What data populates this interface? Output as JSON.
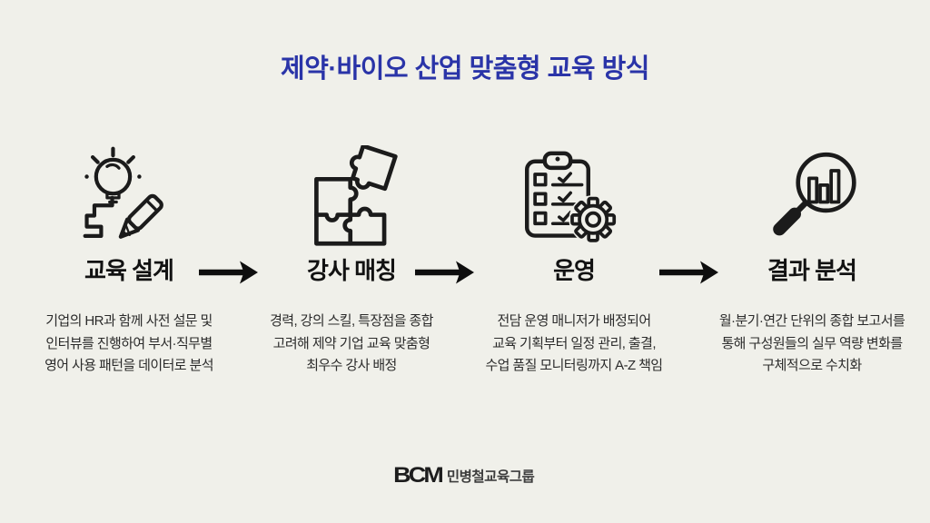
{
  "page": {
    "title": "제약·바이오 산업 맞춤형 교육 방식"
  },
  "colors": {
    "background": "#F0F0EA",
    "title": "#2A34A8",
    "heading_text": "#121212",
    "body_text": "#2B2B2B",
    "icon_stroke": "#1B1B1B"
  },
  "steps": [
    {
      "icon": "lightbulb-pencil-icon",
      "title": "교육 설계",
      "desc_lines": [
        "기업의 HR과 함께 사전 설문 및",
        "인터뷰를 진행하여 부서·직무별",
        "영어 사용 패턴을 데이터로 분석"
      ]
    },
    {
      "icon": "puzzle-icon",
      "title": "강사 매칭",
      "desc_lines": [
        "경력, 강의 스킬, 특장점을 종합",
        "고려해 제약 기업 교육 맞춤형",
        "최우수 강사 배정"
      ]
    },
    {
      "icon": "clipboard-checklist-gear-icon",
      "title": "운영",
      "desc_lines": [
        "전담 운영 매니저가 배정되어",
        "교육 기획부터 일정 관리, 출결,",
        "수업 품질 모니터링까지 A-Z 책임"
      ]
    },
    {
      "icon": "magnifier-bar-chart-icon",
      "title": "결과 분석",
      "desc_lines": [
        "월·분기·연간 단위의 종합 보고서를",
        "통해 구성원들의 실무 역량 변화를",
        "구체적으로 수치화"
      ]
    }
  ],
  "footer": {
    "logo_mark": "BCM",
    "logo_text": "민병철교육그룹"
  }
}
